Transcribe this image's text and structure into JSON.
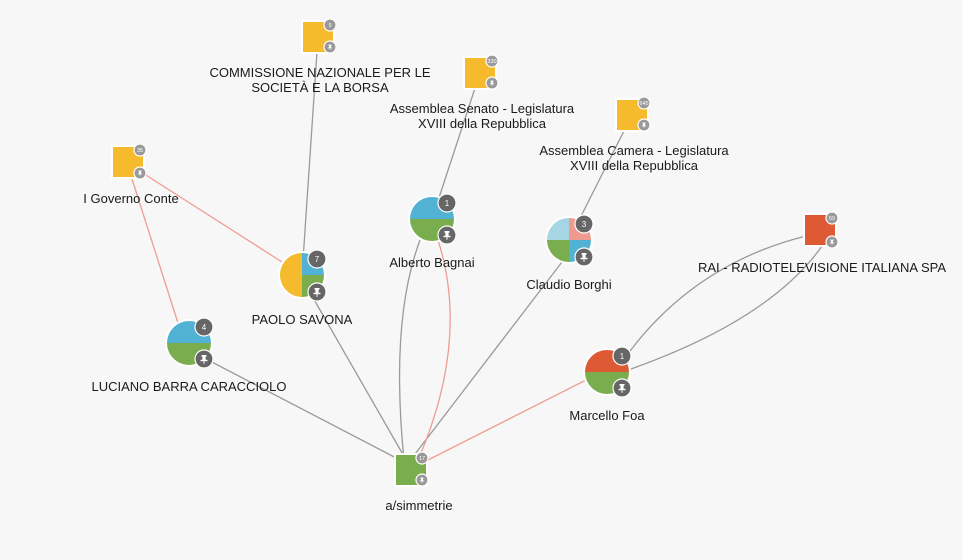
{
  "colors": {
    "yellow": "#f5bb2c",
    "green": "#79ad4e",
    "blue": "#52b2d4",
    "orange": "#dd5a35",
    "lightblue": "#a6d6e3",
    "pink": "#ee9a8e",
    "badge": "#666666",
    "pin_small": "#999999",
    "edge_gray": "#9a9a9a",
    "edge_red": "#ee9c94"
  },
  "nodes": [
    {
      "id": "consob",
      "label": [
        "COMMISSIONE NAZIONALE PER LE",
        "SOCIETÀ E LA BORSA"
      ],
      "count": "9",
      "shape": "square",
      "color": "yellow",
      "pin_icon": "pin-icon"
    },
    {
      "id": "senato",
      "label": [
        "Assemblea Senato - Legislatura",
        "XVIII della Repubblica"
      ],
      "count": "330",
      "shape": "square",
      "color": "yellow",
      "pin_icon": "pin-icon"
    },
    {
      "id": "camera",
      "label": [
        "Assemblea Camera - Legislatura",
        "XVIII della Repubblica"
      ],
      "count": "645",
      "shape": "square",
      "color": "yellow",
      "pin_icon": "pin-icon"
    },
    {
      "id": "conte",
      "label": [
        "I Governo Conte"
      ],
      "count": "35",
      "shape": "square",
      "color": "yellow",
      "pin_icon": "pin-icon"
    },
    {
      "id": "rai",
      "label": [
        "RAI - RADIOTELEVISIONE ITALIANA SPA"
      ],
      "count": "59",
      "shape": "square",
      "color": "orange",
      "pin_icon": "pin-icon"
    },
    {
      "id": "savona",
      "label": [
        "PAOLO SAVONA"
      ],
      "count": "7",
      "shape": "pie",
      "slices": [
        {
          "color": "blue",
          "share": 0.25
        },
        {
          "color": "green",
          "share": 0.25
        },
        {
          "color": "yellow",
          "share": 0.5
        }
      ],
      "pin_icon": "pin-icon"
    },
    {
      "id": "bagnai",
      "label": [
        "Alberto Bagnai"
      ],
      "count": "1",
      "shape": "pie",
      "slices": [
        {
          "color": "green",
          "share": 0.5
        },
        {
          "color": "blue",
          "share": 0.5
        }
      ],
      "pin_icon": "pin-icon"
    },
    {
      "id": "borghi",
      "label": [
        "Claudio Borghi"
      ],
      "count": "3",
      "shape": "pie",
      "slices": [
        {
          "color": "pink",
          "share": 0.25
        },
        {
          "color": "blue",
          "share": 0.25
        },
        {
          "color": "green",
          "share": 0.25
        },
        {
          "color": "lightblue",
          "share": 0.25
        }
      ],
      "pin_icon": "pin-icon"
    },
    {
      "id": "caracciolo",
      "label": [
        "LUCIANO BARRA CARACCIOLO"
      ],
      "count": "4",
      "shape": "pie",
      "slices": [
        {
          "color": "green",
          "share": 0.5
        },
        {
          "color": "blue",
          "share": 0.5
        }
      ],
      "pin_icon": "pin-icon"
    },
    {
      "id": "foa",
      "label": [
        "Marcello Foa"
      ],
      "count": "1",
      "shape": "pie",
      "slices": [
        {
          "color": "green",
          "share": 0.5
        },
        {
          "color": "orange",
          "share": 0.5
        }
      ],
      "pin_icon": "pin-icon"
    },
    {
      "id": "asim",
      "label": [
        "a/simmetrie"
      ],
      "count": "17",
      "shape": "square",
      "color": "green",
      "pin_icon": "pin-icon"
    }
  ],
  "edges": [
    {
      "from": "consob",
      "to": "savona",
      "color": "edge_gray"
    },
    {
      "from": "senato",
      "to": "bagnai",
      "color": "edge_gray"
    },
    {
      "from": "camera",
      "to": "borghi",
      "color": "edge_gray"
    },
    {
      "from": "conte",
      "to": "savona",
      "color": "edge_red"
    },
    {
      "from": "conte",
      "to": "caracciolo",
      "color": "edge_red"
    },
    {
      "from": "savona",
      "to": "asim",
      "color": "edge_gray"
    },
    {
      "from": "caracciolo",
      "to": "asim",
      "color": "edge_gray"
    },
    {
      "from": "borghi",
      "to": "asim",
      "color": "edge_gray"
    },
    {
      "from": "bagnai",
      "to": "asim",
      "color": "edge_gray"
    },
    {
      "from": "bagnai",
      "to": "asim",
      "color": "edge_red"
    },
    {
      "from": "foa",
      "to": "asim",
      "color": "edge_red"
    },
    {
      "from": "rai",
      "to": "foa",
      "color": "edge_gray"
    },
    {
      "from": "rai",
      "to": "foa",
      "color": "edge_gray"
    }
  ]
}
